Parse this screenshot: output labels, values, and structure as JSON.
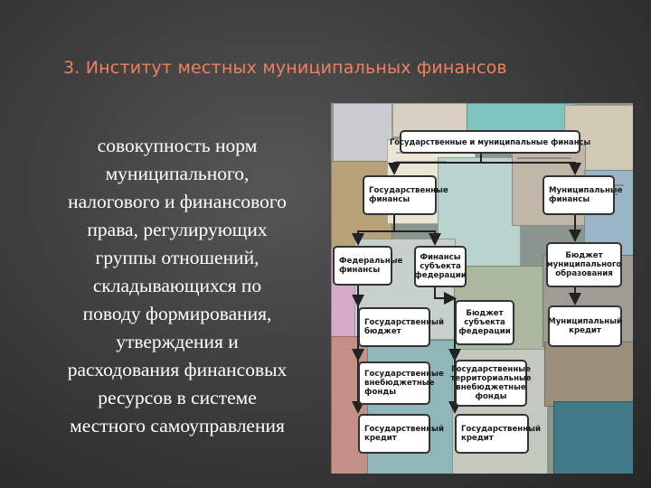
{
  "slide": {
    "title": "3. Институт местных муниципальных финансов",
    "body_lines": [
      "совокупность норм",
      "муниципального,",
      "налогового и финансового",
      "права, регулирующих",
      "группы отношений,",
      "складывающихся по",
      "поводу формирования,",
      "утверждения и",
      "расходования финансовых",
      "ресурсов в системе",
      "местного самоуправления"
    ]
  },
  "diagram": {
    "root": "Государственные и муниципальные финансы",
    "state_finance": "Государственные\nфинансы",
    "municipal_finance": "Муниципальные\nфинансы",
    "federal_finance": "Федеральные\nфинансы",
    "subject_finance": "Финансы\nсубъекта\nфедерации",
    "municipal_budget": "Бюджет\nмуниципального\nобразования",
    "state_budget": "Государственный\nбюджет",
    "subject_budget": "Бюджет\nсубъекта\nфедерации",
    "municipal_credit": "Муниципальный\nкредит",
    "state_offbudget_funds": "Государственные\nвнебюджетные\nфонды",
    "territorial_funds": "Государственные\nтерриториальные\nвнебюджетные\nфонды",
    "state_credit_1": "Государственный\nкредит",
    "state_credit_2": "Государственный\nкредит"
  }
}
